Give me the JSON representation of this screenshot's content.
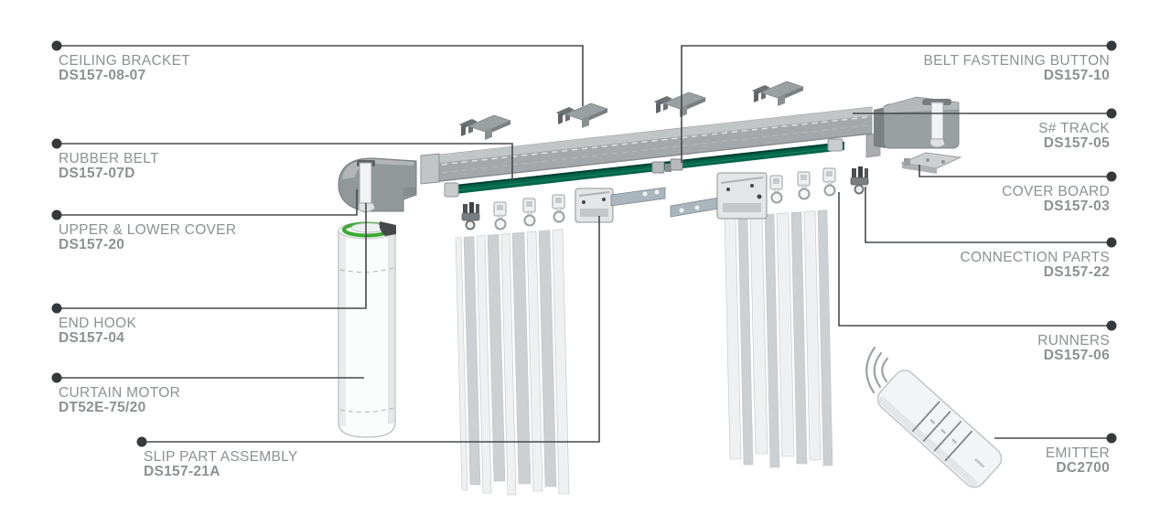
{
  "parts": {
    "left": [
      {
        "name": "CEILING BRACKET",
        "code": "DS157-08-07"
      },
      {
        "name": "RUBBER BELT",
        "code": "DS157-07D"
      },
      {
        "name": "UPPER & LOWER COVER",
        "code": "DS157-20"
      },
      {
        "name": "END HOOK",
        "code": "DS157-04"
      },
      {
        "name": "CURTAIN MOTOR",
        "code": "DT52E-75/20"
      },
      {
        "name": "SLIP PART ASSEMBLY",
        "code": "DS157-21A"
      }
    ],
    "right": [
      {
        "name": "BELT FASTENING BUTTON",
        "code": "DS157-10"
      },
      {
        "name": "S# TRACK",
        "code": "DS157-05"
      },
      {
        "name": "COVER BOARD",
        "code": "DS157-03"
      },
      {
        "name": "CONNECTION PARTS",
        "code": "DS157-22"
      },
      {
        "name": "RUNNERS",
        "code": "DS157-06"
      },
      {
        "name": "EMITTER",
        "code": "DC2700"
      }
    ]
  },
  "icons": {
    "emitter_signal": "wireless-arcs"
  },
  "colors": {
    "label_text": "#8d9193",
    "callout_line": "#46494c",
    "callout_dot": "#36393c",
    "belt_green": "#00654a",
    "motor_ring_green": "#3aaa35",
    "part_gray": "#9aa0a2",
    "curtain_pleat": "#ccd0d2"
  }
}
